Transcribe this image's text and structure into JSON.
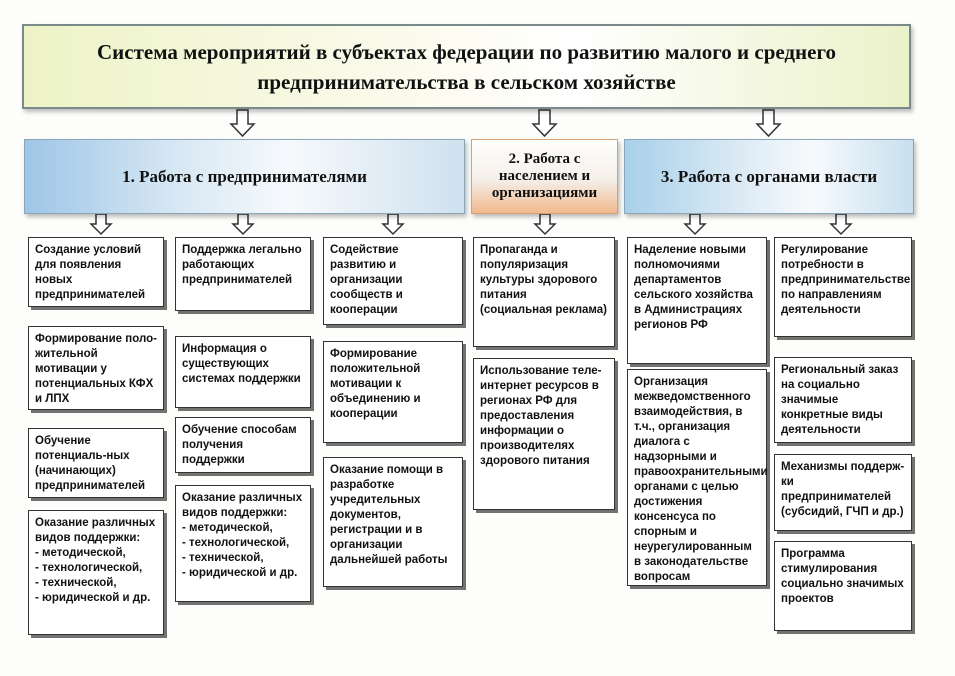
{
  "title": "Система мероприятий в субъектах федерации по развитию малого и среднего предпринимательства в сельском хозяйстве",
  "columns": [
    {
      "header": "1.  Работа с предпринимателями"
    },
    {
      "header": "2. Работа с населением и организациями"
    },
    {
      "header": "3.  Работа с органами власти"
    }
  ],
  "boxes": {
    "c1": [
      "Создание  условий для появления новых предпринимателей",
      "Формирование поло-жительной мотивации у потенциальных КФХ и ЛПХ",
      "Обучение потенциаль-ных (начинающих) предпринимателей",
      "Оказание различных видов поддержки:\n- методической,\n- технологической,\n- технической,\n- юридической и др."
    ],
    "c2": [
      "Поддержка легально работающих предпринимателей",
      "Информация о существующих системах поддержки",
      "Обучение способам получения поддержки",
      "Оказание различных видов поддержки:\n- методической,\n- технологической,\n- технической,\n- юридической и др."
    ],
    "c3": [
      "Содействие развитию и организации сообществ и кооперации",
      "Формирование положительной мотивации к объединению и кооперации",
      "Оказание помощи в разработке учредительных документов, регистрации и в организации дальнейшей работы"
    ],
    "c4": [
      "Пропаганда и популяризация культуры здорового питания\n(социальная реклама)",
      "Использование теле-интернет ресурсов в регионах РФ для предоставления информации о производителях здорового питания"
    ],
    "c5": [
      "Наделение новыми полномочиями департаментов сельского хозяйства в Администрациях регионов РФ",
      "Организация межведомственного взаимодействия, в т.ч., организация диалога с надзорными и правоохранительными органами с целью достижения консенсуса по спорным и неурегулированным в законодательстве вопросам"
    ],
    "c6": [
      "Регулирование потребности в предпринимательстве по направлениям деятельности",
      "Региональный заказ на социально значимые конкретные виды деятельности",
      "Механизмы поддерж-ки предпринимателей (субсидий, ГЧП и др.)",
      "Программа стимулирования социально значимых проектов"
    ]
  }
}
